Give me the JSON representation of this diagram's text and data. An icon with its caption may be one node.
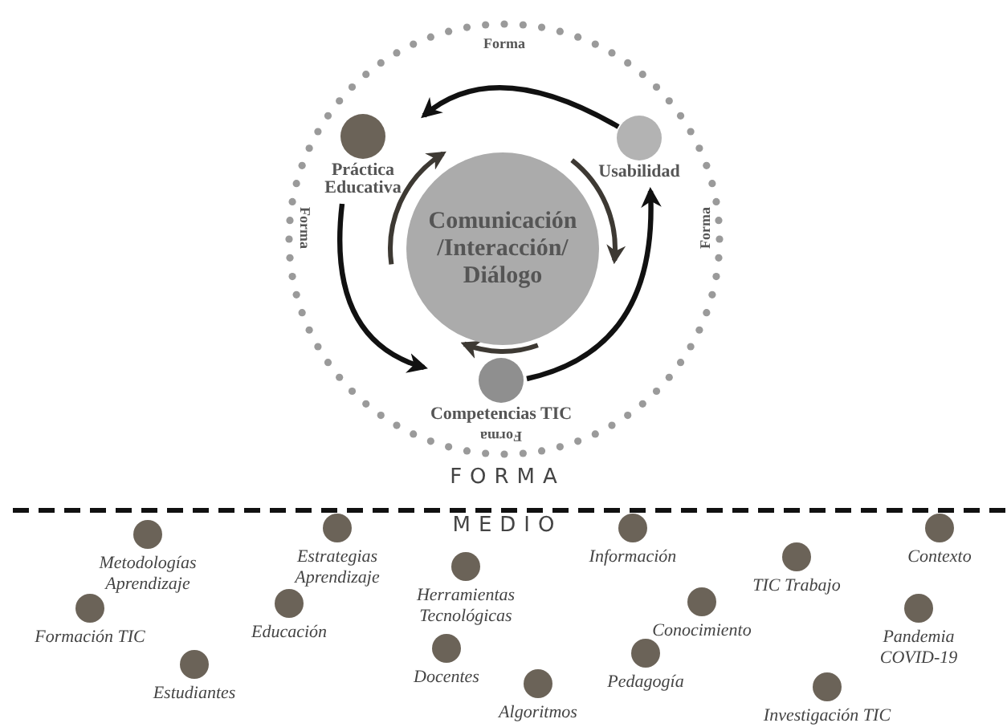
{
  "diagram": {
    "nodes": [
      {
        "text": [
          "Práctica Educativa"
        ]
      },
      {
        "text": [
          "Usabilidad"
        ]
      },
      {
        "text": [
          "Comunicación /Interacción/ Diálogo"
        ]
      },
      {
        "text": [
          "Competencias TIC"
        ]
      },
      {
        "text": [
          "Metodologías Aprendizaje"
        ]
      },
      {
        "text": [
          "Estrategias Aprendizaje"
        ]
      },
      {
        "text": [
          "Información"
        ]
      },
      {
        "text": [
          "Contexto"
        ]
      },
      {
        "text": [
          "Herramientas Tecnológicas"
        ]
      },
      {
        "text": [
          "TIC Trabajo"
        ]
      },
      {
        "text": [
          "Formación TIC"
        ]
      },
      {
        "text": [
          "Educación"
        ]
      },
      {
        "text": [
          "Conocimiento"
        ]
      },
      {
        "text": [
          "Pandemia COVID-19"
        ]
      },
      {
        "text": [
          "Estudiantes"
        ]
      },
      {
        "text": [
          "Docentes"
        ]
      },
      {
        "text": [
          "Pedagogía"
        ]
      },
      {
        "text": [
          "Algoritmos"
        ]
      },
      {
        "text": [
          "Investigación TIC"
        ]
      }
    ],
    "edges": [
      {
        "from": 1,
        "to": 0,
        "arrow": "to"
      },
      {
        "from": 0,
        "to": 3,
        "arrow": "to"
      },
      {
        "from": 3,
        "to": 1,
        "arrow": "to"
      }
    ],
    "labels": [
      "Forma",
      "Forma",
      "Forma",
      "Forma",
      "FORMA",
      "MEDIO"
    ]
  }
}
